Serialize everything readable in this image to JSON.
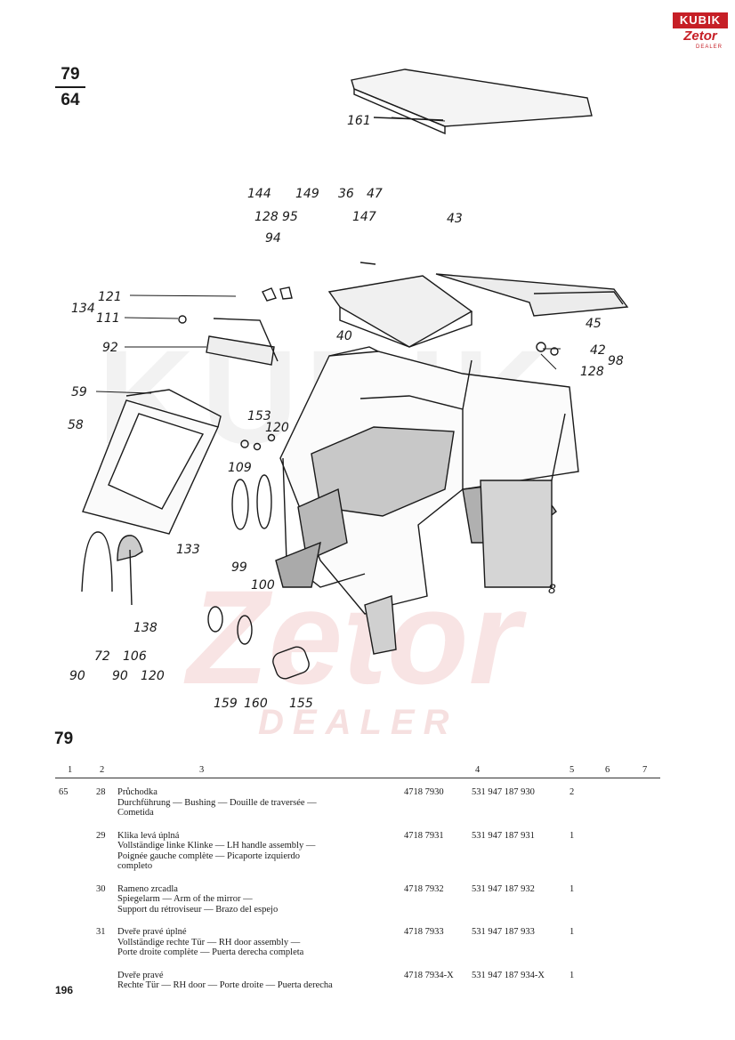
{
  "page": {
    "fraction_top": "79",
    "fraction_bottom": "64",
    "section_number": "79",
    "page_number": "196"
  },
  "logo": {
    "top": "KUBIK",
    "mid": "Zetor",
    "bot": "DEALER"
  },
  "watermark": {
    "word1": "KUBIK",
    "word2": "Zetor",
    "word3": "DEALER"
  },
  "callouts": [
    "161",
    "144",
    "149",
    "36",
    "47",
    "128",
    "95",
    "147",
    "43",
    "94",
    "121",
    "134",
    "111",
    "45",
    "40",
    "92",
    "42",
    "98",
    "128",
    "59",
    "153",
    "120",
    "58",
    "109",
    "133",
    "99",
    "100",
    "8",
    "138",
    "72",
    "106",
    "90",
    "90",
    "120",
    "159",
    "160",
    "155"
  ],
  "table": {
    "headers": [
      "1",
      "2",
      "3",
      "4",
      "5",
      "6",
      "7"
    ],
    "rows": [
      {
        "pos": "65",
        "sub": "28",
        "lines": [
          "Průchodka",
          "Durchführung — Bushing — Douille de traversée —",
          "Cometida"
        ],
        "code1": "4718 7930",
        "code2": "531 947 187 930",
        "qty": "2"
      },
      {
        "pos": "",
        "sub": "29",
        "lines": [
          "Klika levá úplná",
          "Vollständige linke Klinke — LH handle assembly —",
          "Poignée gauche complète — Picaporte izquierdo",
          "completo"
        ],
        "code1": "4718 7931",
        "code2": "531 947 187 931",
        "qty": "1"
      },
      {
        "pos": "",
        "sub": "30",
        "lines": [
          "Rameno zrcadla",
          "Spiegelarm — Arm of the mirror —",
          "Support du rétroviseur — Brazo del espejo"
        ],
        "code1": "4718 7932",
        "code2": "531 947 187 932",
        "qty": "1"
      },
      {
        "pos": "",
        "sub": "31",
        "lines": [
          "Dveře pravé úplné",
          "Vollständige rechte Tür — RH door assembly —",
          "Porte droite complète — Puerta derecha completa"
        ],
        "code1": "4718 7933",
        "code2": "531 947 187 933",
        "qty": "1"
      },
      {
        "pos": "",
        "sub": "",
        "lines": [
          "Dveře pravé",
          "Rechte Tür — RH door — Porte droite — Puerta derecha"
        ],
        "code1": "4718 7934-X",
        "code2": "531 947 187 934-X",
        "qty": "1"
      }
    ]
  }
}
